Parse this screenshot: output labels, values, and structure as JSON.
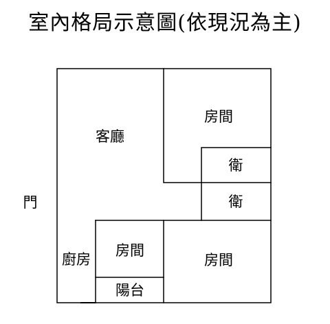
{
  "title": "室內格局示意圖(依現況為主)",
  "labels": {
    "door": "門",
    "living_room": "客廳",
    "room_top_right": "房間",
    "bath_upper": "衛",
    "bath_lower": "衛",
    "kitchen": "廚房",
    "room_small": "房間",
    "balcony": "陽台",
    "room_bottom_right": "房間"
  }
}
